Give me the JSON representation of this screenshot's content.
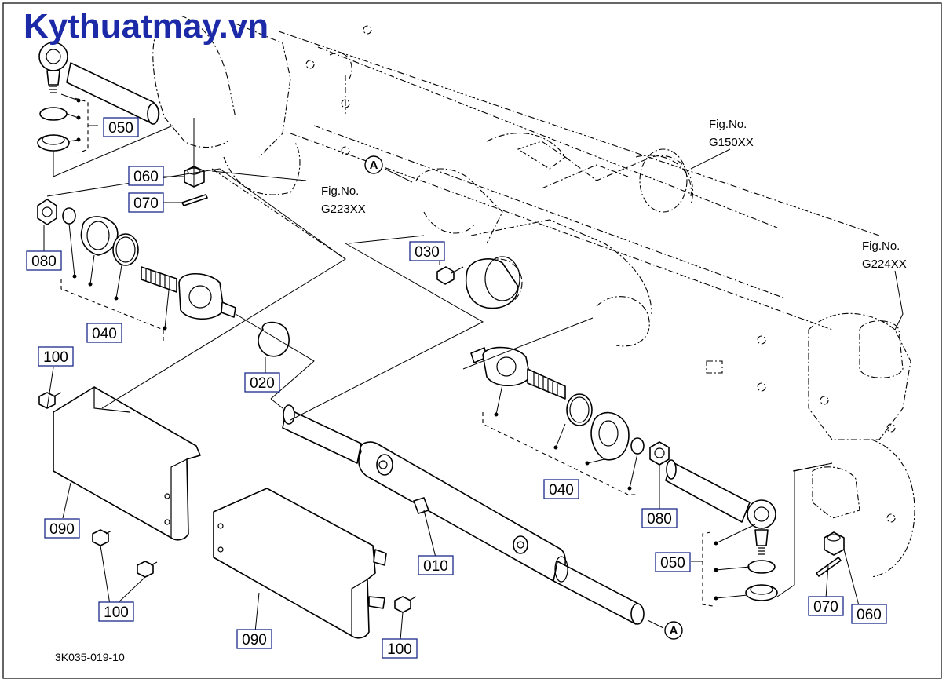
{
  "watermark": "Kythuatmay.vn",
  "drawing_code": "3K035-019-10",
  "fig_refs": {
    "g150": {
      "label": "Fig.No.",
      "code": "G150XX"
    },
    "g223": {
      "label": "Fig.No.",
      "code": "G223XX"
    },
    "g224": {
      "label": "Fig.No.",
      "code": "G224XX"
    }
  },
  "connection_marker": "A",
  "callouts": {
    "c010": "010",
    "c020": "020",
    "c030": "030",
    "c040a": "040",
    "c040b": "040",
    "c050a": "050",
    "c050b": "050",
    "c060a": "060",
    "c060b": "060",
    "c070a": "070",
    "c070b": "070",
    "c080a": "080",
    "c080b": "080",
    "c090a": "090",
    "c090b": "090",
    "c100a": "100",
    "c100b": "100",
    "c100c": "100"
  },
  "colors": {
    "watermark": "#1c2aa8",
    "callout_border": "#1a2a8a"
  }
}
